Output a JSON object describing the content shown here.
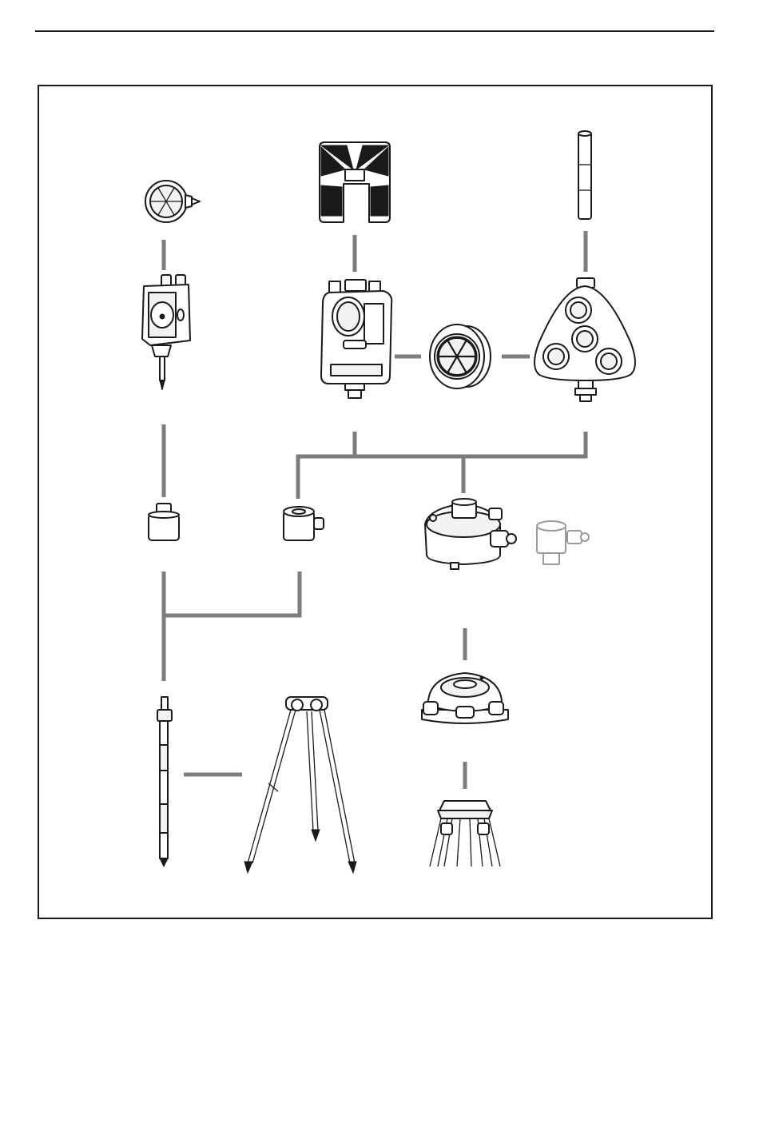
{
  "page": {
    "background": "#ffffff",
    "frame_color": "#1a1a1a",
    "connector_color": "#7d7d7d"
  },
  "components": [
    {
      "id": "mini-prism",
      "icon": "mini-prism-icon"
    },
    {
      "id": "mini-prism-holder",
      "icon": "prism-holder-icon"
    },
    {
      "id": "target-plate",
      "icon": "target-plate-icon"
    },
    {
      "id": "single-prism-holder",
      "icon": "prism-holder-icon"
    },
    {
      "id": "circular-prism",
      "icon": "prism-icon"
    },
    {
      "id": "triple-prism-holder",
      "icon": "prism-holder-icon"
    },
    {
      "id": "height-rod",
      "icon": "rod-icon"
    },
    {
      "id": "pole-adapter",
      "icon": "adapter-icon"
    },
    {
      "id": "clamp-adapter",
      "icon": "adapter-icon"
    },
    {
      "id": "tribrach-adapter",
      "icon": "tribrach-adapter-icon"
    },
    {
      "id": "optical-plummet-insert",
      "icon": "adapter-icon",
      "state": "optional"
    },
    {
      "id": "tribrach",
      "icon": "tribrach-icon"
    },
    {
      "id": "prism-pole",
      "icon": "pole-icon"
    },
    {
      "id": "bipod-tripod",
      "icon": "tripod-icon"
    },
    {
      "id": "wooden-tripod",
      "icon": "tripod-icon"
    }
  ],
  "connections": [
    [
      "mini-prism",
      "mini-prism-holder"
    ],
    [
      "target-plate",
      "single-prism-holder"
    ],
    [
      "single-prism-holder",
      "circular-prism"
    ],
    [
      "circular-prism",
      "triple-prism-holder"
    ],
    [
      "height-rod",
      "triple-prism-holder"
    ],
    [
      "mini-prism-holder",
      "pole-adapter"
    ],
    [
      "single-prism-holder",
      "clamp-adapter"
    ],
    [
      "single-prism-holder",
      "tribrach-adapter"
    ],
    [
      "triple-prism-holder",
      "tribrach-adapter"
    ],
    [
      "pole-adapter",
      "prism-pole"
    ],
    [
      "clamp-adapter",
      "prism-pole"
    ],
    [
      "tribrach-adapter",
      "tribrach"
    ],
    [
      "tribrach",
      "wooden-tripod"
    ],
    [
      "prism-pole",
      "bipod-tripod"
    ]
  ]
}
